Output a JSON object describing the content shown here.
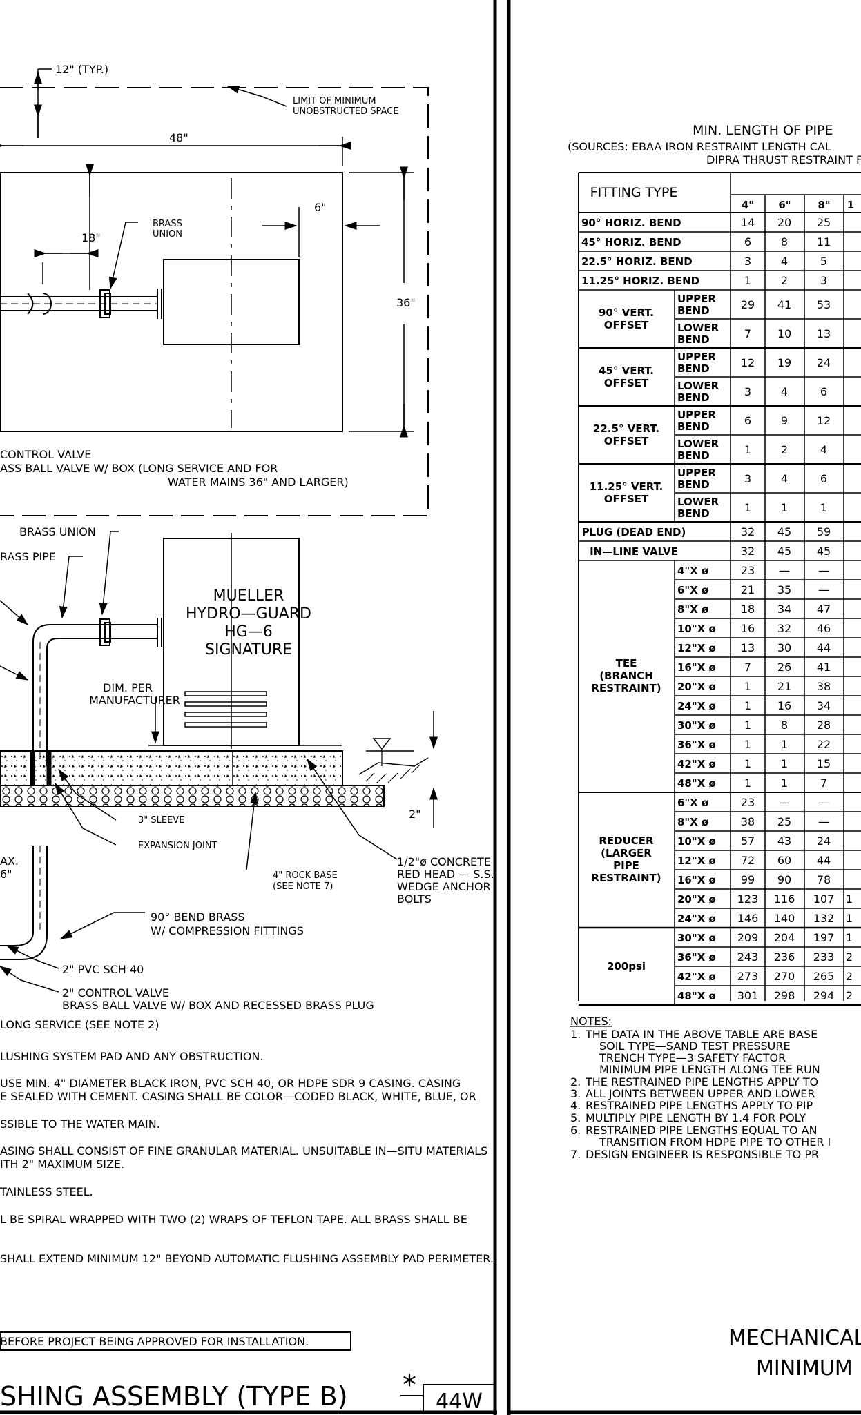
{
  "left_sheet": {
    "plan_labels": {
      "typ_12": "12\" (TYP.)",
      "limit_line1": "LIMIT OF MINIMUM",
      "limit_line2": "UNOBSTRUCTED SPACE",
      "dim_48": "48\"",
      "dim_18": "18\"",
      "brass_union_1": "BRASS",
      "brass_union_2": "UNION",
      "dim_6": "6\"",
      "dim_36": "36\"",
      "control_valve": "CONTROL VALVE",
      "ball_valve_1": "ASS BALL VALVE W/ BOX (LONG SERVICE AND FOR",
      "ball_valve_2": "WATER MAINS 36\" AND LARGER)"
    },
    "elevation_labels": {
      "brass_union": "BRASS UNION",
      "brass_pipe": "RASS PIPE",
      "unit_1": "MUELLER",
      "unit_2": "HYDRO—GUARD",
      "unit_3": "HG—6",
      "unit_4": "SIGNATURE",
      "dim_per_1": "DIM. PER",
      "dim_per_2": "MANUFACTURER",
      "sleeve": "3\" SLEEVE",
      "expansion_joint": "EXPANSION JOINT",
      "rock_base_1": "4\" ROCK BASE",
      "rock_base_2": "(SEE NOTE 7)",
      "anchor_1": "1/2\"ø CONCRETE",
      "anchor_2": "RED HEAD — S.S.",
      "anchor_3": "WEDGE ANCHOR",
      "anchor_4": "BOLTS",
      "dim_2": "2\"",
      "max_1": "AX.",
      "max_2": "6\"",
      "bend_1": "90° BEND BRASS",
      "bend_2": "W/ COMPRESSION FITTINGS",
      "pvc": "2\" PVC SCH 40",
      "cv_1": "2\" CONTROL VALVE",
      "cv_2": "BRASS BALL VALVE W/ BOX AND RECESSED BRASS PLUG",
      "long_service": "LONG SERVICE (SEE NOTE 2)"
    },
    "notes": [
      "LUSHING SYSTEM PAD AND ANY OBSTRUCTION.",
      "USE MIN. 4\" DIAMETER BLACK IRON, PVC SCH 40, OR HDPE SDR 9 CASING. CASING",
      "E SEALED WITH CEMENT. CASING SHALL BE COLOR—CODED BLACK, WHITE, BLUE, OR",
      "SSIBLE TO THE WATER MAIN.",
      "ASING SHALL CONSIST OF FINE GRANULAR MATERIAL. UNSUITABLE IN—SITU MATERIALS",
      "ITH 2\" MAXIMUM SIZE.",
      "TAINLESS STEEL.",
      "L BE SPIRAL WRAPPED WITH TWO (2) WRAPS OF TEFLON TAPE. ALL BRASS SHALL BE",
      "SHALL EXTEND MINIMUM 12\" BEYOND AUTOMATIC FLUSHING ASSEMBLY PAD PERIMETER."
    ],
    "approval": "BEFORE PROJECT BEING APPROVED FOR INSTALLATION.",
    "title": "SHING ASSEMBLY (TYPE B)",
    "asterisk": "*",
    "sheet_number": "44W"
  },
  "right_sheet": {
    "title": "MIN. LENGTH OF PIPE",
    "sources_1": "(SOURCES: EBAA IRON RESTRAINT LENGTH CAL",
    "sources_2": "DIPRA THRUST RESTRAINT FO",
    "header_fitting": "FITTING TYPE",
    "sizes": [
      "4\"",
      "6\"",
      "8\"",
      "1"
    ],
    "rows_simple": [
      {
        "label": "90° HORIZ. BEND",
        "values": [
          "14",
          "20",
          "25"
        ]
      },
      {
        "label": "45° HORIZ. BEND",
        "values": [
          "6",
          "8",
          "11"
        ]
      },
      {
        "label": "22.5° HORIZ. BEND",
        "values": [
          "3",
          "4",
          "5"
        ]
      },
      {
        "label": "11.25° HORIZ. BEND",
        "values": [
          "1",
          "2",
          "3"
        ]
      }
    ],
    "vert_groups": [
      {
        "label1": "90° VERT.",
        "label2": "OFFSET",
        "rows": [
          {
            "sub1": "UPPER",
            "sub2": "BEND",
            "values": [
              "29",
              "41",
              "53"
            ]
          },
          {
            "sub1": "LOWER",
            "sub2": "BEND",
            "values": [
              "7",
              "10",
              "13"
            ]
          }
        ]
      },
      {
        "label1": "45° VERT.",
        "label2": "OFFSET",
        "rows": [
          {
            "sub1": "UPPER",
            "sub2": "BEND",
            "values": [
              "12",
              "19",
              "24"
            ]
          },
          {
            "sub1": "LOWER",
            "sub2": "BEND",
            "values": [
              "3",
              "4",
              "6"
            ]
          }
        ]
      },
      {
        "label1": "22.5° VERT.",
        "label2": "OFFSET",
        "rows": [
          {
            "sub1": "UPPER",
            "sub2": "BEND",
            "values": [
              "6",
              "9",
              "12"
            ]
          },
          {
            "sub1": "LOWER",
            "sub2": "BEND",
            "values": [
              "1",
              "2",
              "4"
            ]
          }
        ]
      },
      {
        "label1": "11.25° VERT.",
        "label2": "OFFSET",
        "rows": [
          {
            "sub1": "UPPER",
            "sub2": "BEND",
            "values": [
              "3",
              "4",
              "6"
            ]
          },
          {
            "sub1": "LOWER",
            "sub2": "BEND",
            "values": [
              "1",
              "1",
              "1"
            ]
          }
        ]
      }
    ],
    "rows_simple2": [
      {
        "label": "PLUG (DEAD END)",
        "values": [
          "32",
          "45",
          "59"
        ]
      },
      {
        "label": "IN—LINE VALVE",
        "values": [
          "32",
          "45",
          "45"
        ]
      }
    ],
    "tee_group": {
      "label": [
        "TEE",
        "(BRANCH",
        "RESTRAINT)"
      ],
      "rows": [
        {
          "sub": "4\"X ø",
          "values": [
            "23",
            "—",
            "—"
          ]
        },
        {
          "sub": "6\"X ø",
          "values": [
            "21",
            "35",
            "—"
          ]
        },
        {
          "sub": "8\"X ø",
          "values": [
            "18",
            "34",
            "47"
          ]
        },
        {
          "sub": "10\"X ø",
          "values": [
            "16",
            "32",
            "46"
          ]
        },
        {
          "sub": "12\"X ø",
          "values": [
            "13",
            "30",
            "44"
          ]
        },
        {
          "sub": "16\"X ø",
          "values": [
            "7",
            "26",
            "41"
          ]
        },
        {
          "sub": "20\"X ø",
          "values": [
            "1",
            "21",
            "38"
          ]
        },
        {
          "sub": "24\"X ø",
          "values": [
            "1",
            "16",
            "34"
          ]
        },
        {
          "sub": "30\"X ø",
          "values": [
            "1",
            "8",
            "28"
          ]
        },
        {
          "sub": "36\"X ø",
          "values": [
            "1",
            "1",
            "22"
          ]
        },
        {
          "sub": "42\"X ø",
          "values": [
            "1",
            "1",
            "15"
          ]
        },
        {
          "sub": "48\"X ø",
          "values": [
            "1",
            "1",
            "7"
          ]
        }
      ]
    },
    "reducer_group": {
      "label": [
        "REDUCER",
        "(LARGER",
        "PIPE",
        "RESTRAINT)"
      ],
      "rows": [
        {
          "sub": "6\"X ø",
          "values": [
            "23",
            "—",
            "—"
          ],
          "extra": ""
        },
        {
          "sub": "8\"X ø",
          "values": [
            "38",
            "25",
            "—"
          ],
          "extra": ""
        },
        {
          "sub": "10\"X ø",
          "values": [
            "57",
            "43",
            "24"
          ],
          "extra": ""
        },
        {
          "sub": "12\"X ø",
          "values": [
            "72",
            "60",
            "44"
          ],
          "extra": ""
        },
        {
          "sub": "16\"X ø",
          "values": [
            "99",
            "90",
            "78"
          ],
          "extra": ""
        },
        {
          "sub": "20\"X ø",
          "values": [
            "123",
            "116",
            "107"
          ],
          "extra": "1"
        },
        {
          "sub": "24\"X ø",
          "values": [
            "146",
            "140",
            "132"
          ],
          "extra": "1"
        }
      ]
    },
    "psi_group": {
      "label": "200psi",
      "rows": [
        {
          "sub": "30\"X ø",
          "values": [
            "209",
            "204",
            "197"
          ],
          "extra": "1"
        },
        {
          "sub": "36\"X ø",
          "values": [
            "243",
            "236",
            "233"
          ],
          "extra": "2"
        },
        {
          "sub": "42\"X ø",
          "values": [
            "273",
            "270",
            "265"
          ],
          "extra": "2"
        },
        {
          "sub": "48\"X ø",
          "values": [
            "301",
            "298",
            "294"
          ],
          "extra": "2"
        }
      ]
    },
    "notes_heading": "NOTES:",
    "notes": [
      {
        "num": "1.",
        "text": "THE DATA IN THE ABOVE TABLE ARE BASE"
      },
      {
        "num": "",
        "text": "SOIL TYPE—SAND          TEST PRESSURE"
      },
      {
        "num": "",
        "text": "TRENCH TYPE—3          SAFETY FACTOR"
      },
      {
        "num": "",
        "text": "MINIMUM PIPE LENGTH ALONG TEE RUN"
      },
      {
        "num": "2.",
        "text": "THE RESTRAINED PIPE LENGTHS APPLY TO"
      },
      {
        "num": "3.",
        "text": "ALL JOINTS BETWEEN UPPER AND LOWER"
      },
      {
        "num": "4.",
        "text": "RESTRAINED PIPE LENGTHS APPLY TO PIP"
      },
      {
        "num": "5.",
        "text": "MULTIPLY PIPE LENGTH BY 1.4 FOR POLY"
      },
      {
        "num": "6.",
        "text": "RESTRAINED PIPE LENGTHS EQUAL TO AN"
      },
      {
        "num": "",
        "text": "TRANSITION FROM HDPE PIPE TO OTHER I"
      },
      {
        "num": "7.",
        "text": "DESIGN ENGINEER IS RESPONSIBLE TO PR"
      }
    ],
    "footer_1": "MECHANICAL",
    "footer_2": "MINIMUM"
  }
}
